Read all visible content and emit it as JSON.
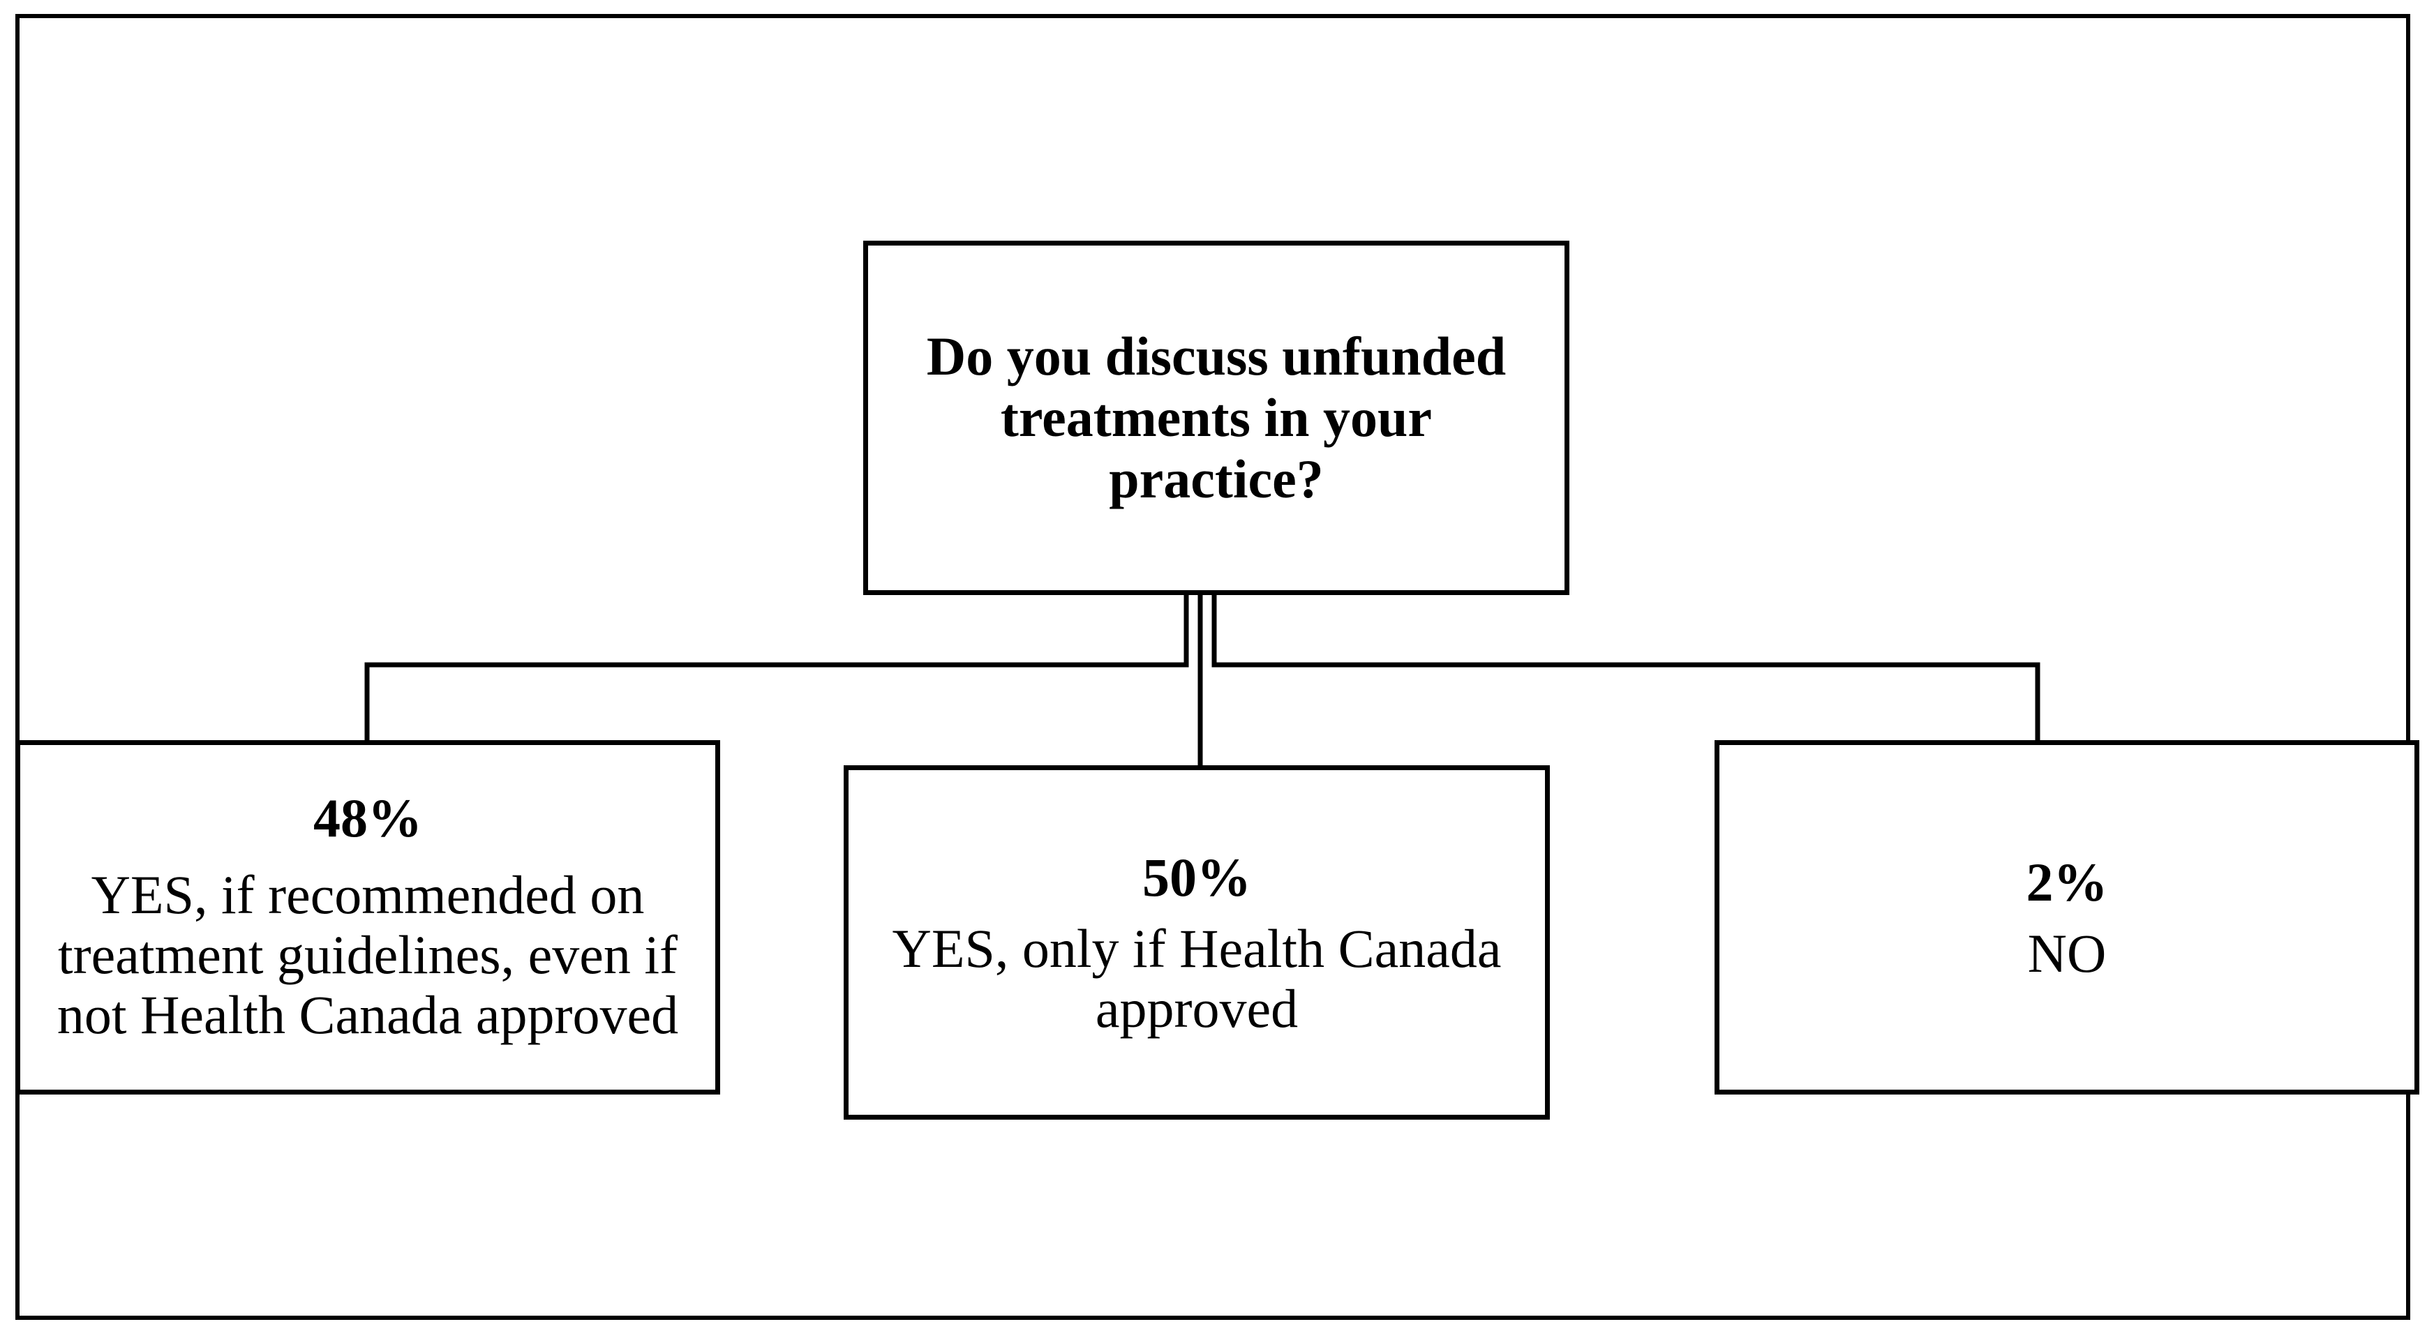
{
  "question": {
    "text": "Do you discuss unfunded treatments in your practice?"
  },
  "answers": [
    {
      "percent": "48%",
      "label": "YES, if recommended on treatment guidelines, even if not Health Canada approved",
      "value": 48
    },
    {
      "percent": "50%",
      "label": "YES, only if Health Canada approved",
      "value": 50
    },
    {
      "percent": "2%",
      "label": "NO",
      "value": 2
    }
  ],
  "colors": {
    "line": "#000000",
    "background": "#ffffff"
  }
}
